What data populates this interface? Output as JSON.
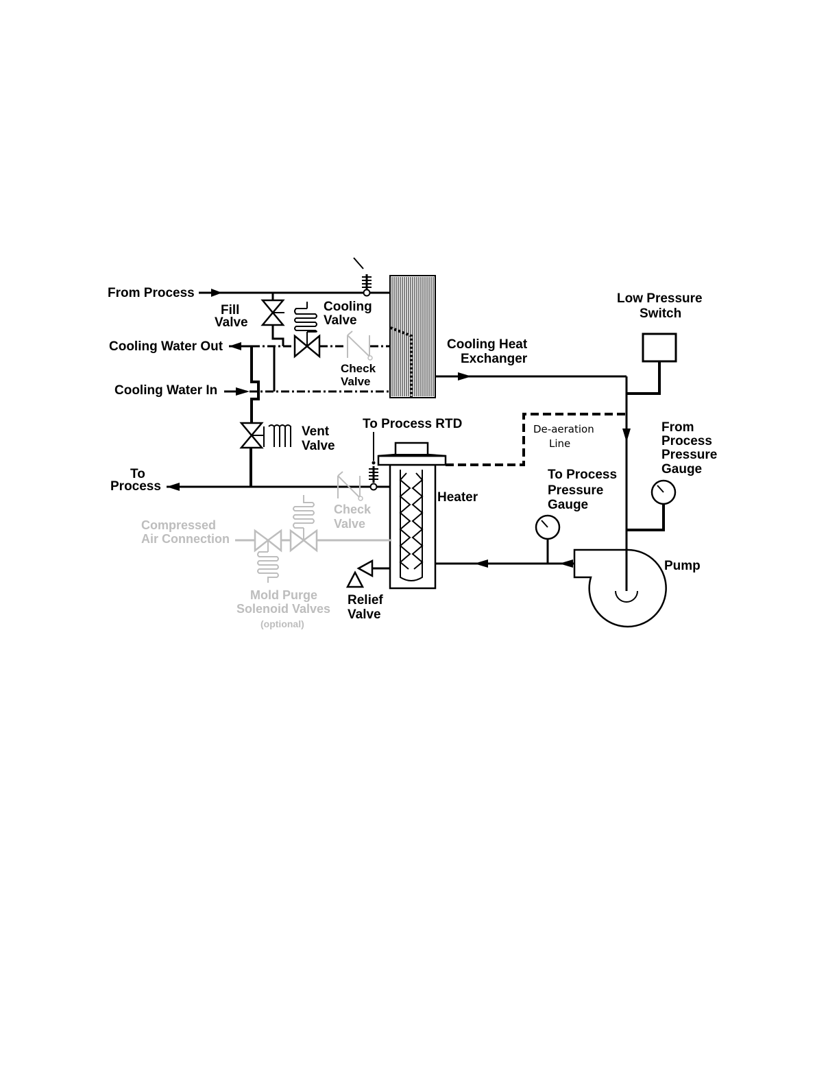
{
  "labels": {
    "from_process": "From Process",
    "fill_valve_1": "Fill",
    "fill_valve_2": "Valve",
    "cooling_valve_1": "Cooling",
    "cooling_valve_2": "Valve",
    "cooling_water_out": "Cooling Water Out",
    "cooling_water_in": "Cooling Water In",
    "check_valve_top_1": "Check",
    "check_valve_top_2": "Valve",
    "cooling_heat_exchanger_1": "Cooling Heat",
    "cooling_heat_exchanger_2": "Exchanger",
    "low_pressure_switch_1": "Low Pressure",
    "low_pressure_switch_2": "Switch",
    "vent_valve_1": "Vent",
    "vent_valve_2": "Valve",
    "to_process_rtd": "To Process RTD",
    "deaeration_1": "De-aeration",
    "deaeration_2": "Line",
    "from_process_gauge_1": "From",
    "from_process_gauge_2": "Process",
    "from_process_gauge_3": "Pressure",
    "from_process_gauge_4": "Gauge",
    "to_process_1": "To",
    "to_process_2": "Process",
    "heater": "Heater",
    "to_process_gauge_1": "To Process",
    "to_process_gauge_2": "Pressure",
    "to_process_gauge_3": "Gauge",
    "check_valve_bottom_1": "Check",
    "check_valve_bottom_2": "Valve",
    "compressed_air_1": "Compressed",
    "compressed_air_2": "Air Connection",
    "pump": "Pump",
    "mold_purge_1": "Mold Purge",
    "mold_purge_2": "Solenoid Valves",
    "mold_purge_3": "(optional)",
    "relief_valve_1": "Relief",
    "relief_valve_2": "Valve"
  },
  "colors": {
    "line": "#000000",
    "optional": "#bdbdbd",
    "background": "#ffffff"
  }
}
